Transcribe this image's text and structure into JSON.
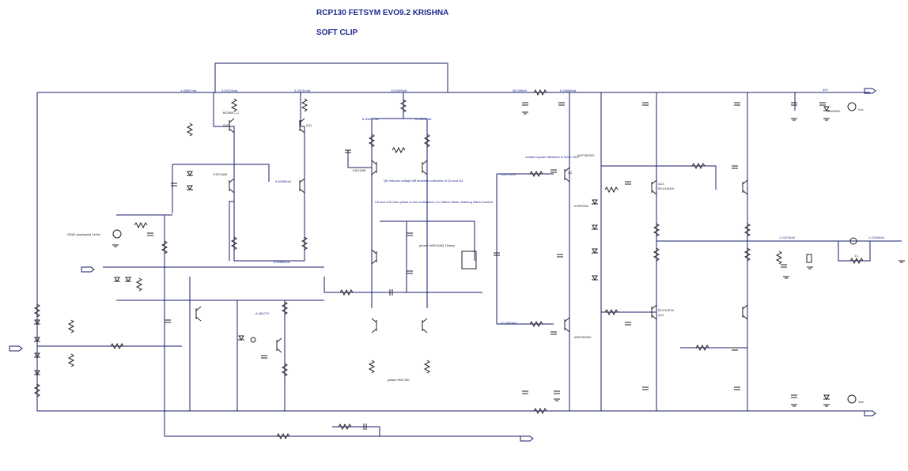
{
  "title": "RCP130 FETSYM EVO9.2 KRISHNA",
  "subtitle": "SOFT CLIP",
  "labels": {
    "v1": "1.48607mA",
    "v2": "4.24124mA",
    "v3": "4.23131mA",
    "v4": "12.6249mA",
    "v5": "36.299mV",
    "v6": "6.16666mA",
    "v7": "52V",
    "v8": "6.30607mA",
    "v9": "6.28026mA",
    "v10": "8.69385mV",
    "v11": "8.64696mA",
    "v12": "-6.48107V",
    "v13": "1.46726mV",
    "v14": "-13.7463mV",
    "v15": "1.23276mV",
    "v16": "1.23206mV",
    "q10": "Q10",
    "q11": "Q11",
    "bc560": "BC560C_C",
    "ksc": "KSC1845",
    "ksa": "KSA1381",
    "note_miller": "Q8 reduces voltage diff between collectors of Q4 and Q3",
    "note_bw": "C8 and C10 form phase to bw contribution 1 to 20kHz While retaining 20kHz twofold",
    "note_sq": "creates square distortion in lower VAS",
    "param1": "param VAR1DAQ 15meg",
    "param2": "param RMI 150",
    "input": "SIN(0 {amplgain} 1kHz)",
    "mjf": "MJF15032C",
    "mje": "MJE15033C",
    "kor": "KOR2S8C",
    "mur": "MUR460",
    "vcc": "Vcc",
    "vee": "Vee",
    "q2": "Q2",
    "q13": "Q13",
    "q12": "Q12",
    "fet1": "RCX10N10",
    "fet2": "RCX10P10",
    "ratio": "1:1"
  },
  "colors": {
    "title": "#1f2a8f",
    "wire": "#1a1d6e",
    "component": "#222222"
  }
}
